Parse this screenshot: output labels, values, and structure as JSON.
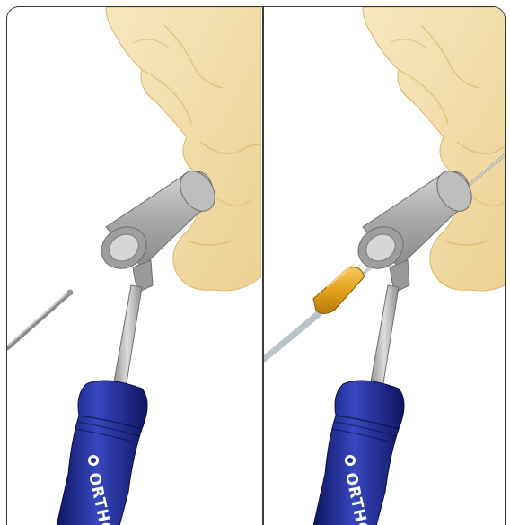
{
  "panels": [
    {
      "id": "step-1",
      "brand": "ORTHO"
    },
    {
      "id": "step-2",
      "brand": "ORTHO"
    }
  ],
  "colors": {
    "bone": "#f0d9a0",
    "sleeve": "#b8b8b8",
    "handle": "#1c2a8c",
    "adapter": "#e3a21c",
    "frame": "#3a3a3a"
  },
  "icons": {
    "brand_mark": "ortho-logo-icon"
  }
}
